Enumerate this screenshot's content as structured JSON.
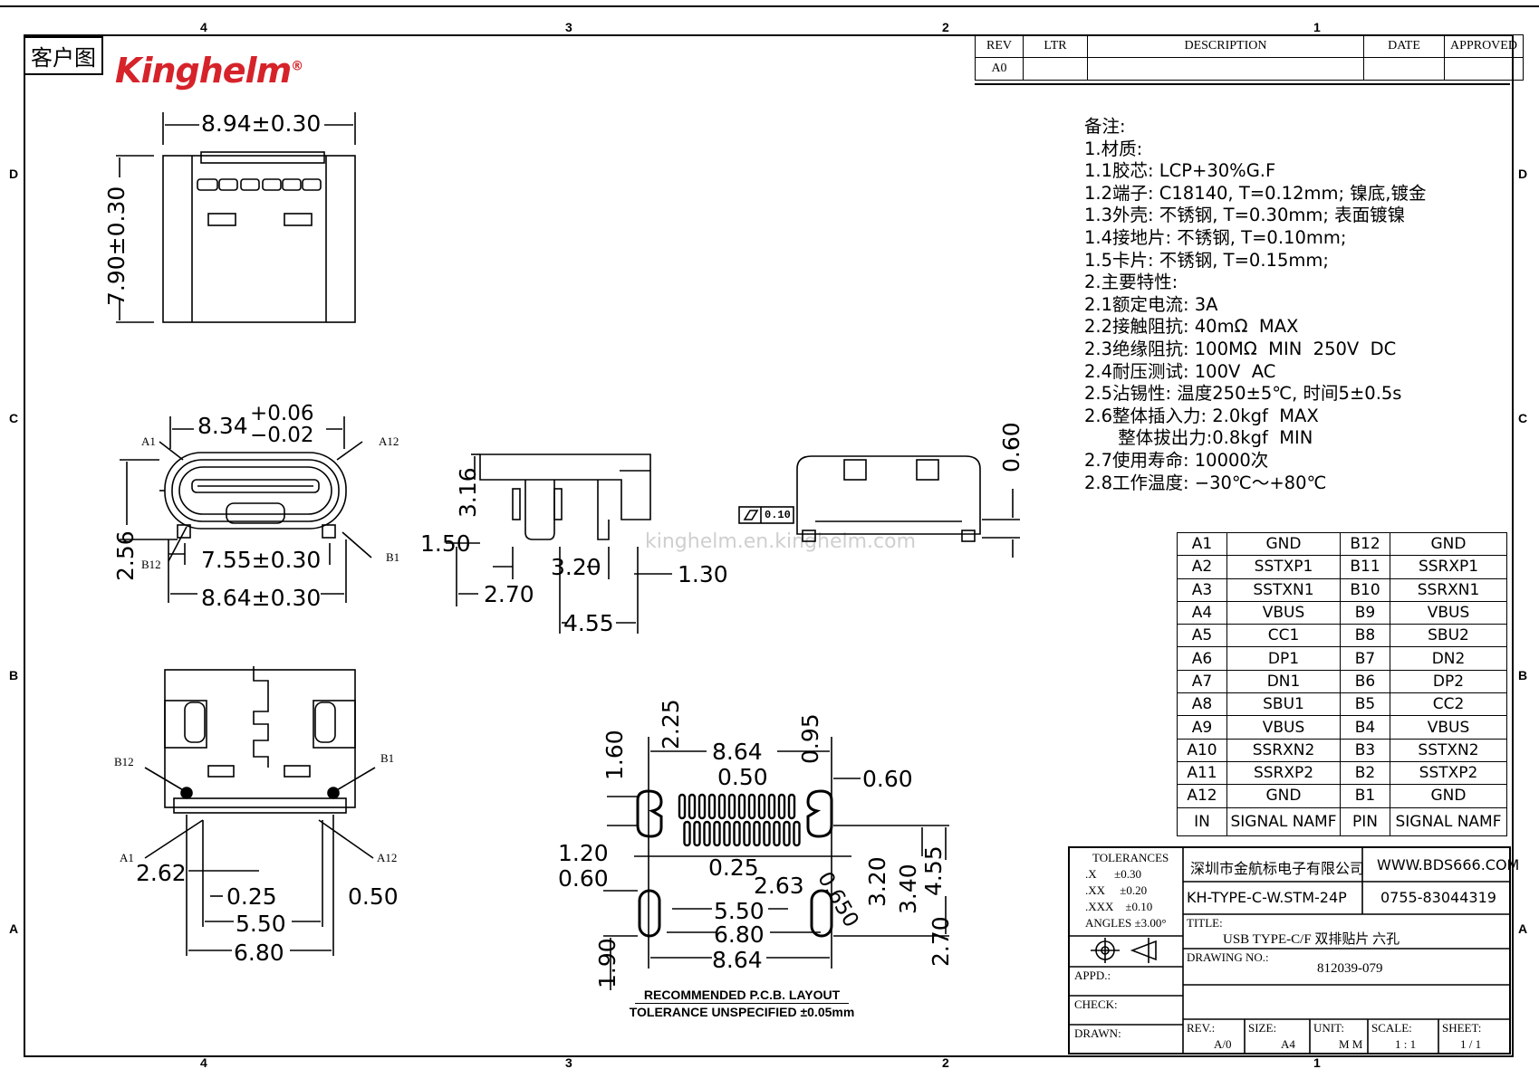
{
  "header": {
    "tag": "客户图",
    "logo": "Kinghelm",
    "logo_mark": "®"
  },
  "zones": {
    "columns": [
      "4",
      "3",
      "2",
      "1"
    ],
    "rows": [
      "D",
      "C",
      "B",
      "A"
    ]
  },
  "revision": {
    "headers": [
      "REV",
      "LTR",
      "DESCRIPTION",
      "DATE",
      "APPROVED"
    ],
    "rows": [
      [
        "A0",
        "",
        "",
        "",
        ""
      ]
    ]
  },
  "notes": [
    "备注:",
    "1.材质:",
    "1.1胶芯: LCP+30%G.F",
    "1.2端子: C18140, T=0.12mm; 镍底,镀金",
    "1.3外壳: 不锈钢, T=0.30mm; 表面镀镍",
    "1.4接地片: 不锈钢, T=0.10mm;",
    "1.5卡片: 不锈钢, T=0.15mm;",
    "2.主要特性:",
    "2.1额定电流: 3A",
    "2.2接触阻抗: 40mΩ  MAX",
    "2.3绝缘阻抗: 100MΩ  MIN  250V  DC",
    "2.4耐压测试: 100V  AC",
    "2.5沾锡性: 温度250±5℃, 时间5±0.5s",
    "2.6整体插入力: 2.0kgf  MAX",
    "      整体拔出力:0.8kgf  MIN",
    "2.7使用寿命: 10000次",
    "2.8工作温度: −30℃～+80℃"
  ],
  "pinout": {
    "rows": [
      [
        "A1",
        "GND",
        "B12",
        "GND"
      ],
      [
        "A2",
        "SSTXP1",
        "B11",
        "SSRXP1"
      ],
      [
        "A3",
        "SSTXN1",
        "B10",
        "SSRXN1"
      ],
      [
        "A4",
        "VBUS",
        "B9",
        "VBUS"
      ],
      [
        "A5",
        "CC1",
        "B8",
        "SBU2"
      ],
      [
        "A6",
        "DP1",
        "B7",
        "DN2"
      ],
      [
        "A7",
        "DN1",
        "B6",
        "DP2"
      ],
      [
        "A8",
        "SBU1",
        "B5",
        "CC2"
      ],
      [
        "A9",
        "VBUS",
        "B4",
        "VBUS"
      ],
      [
        "A10",
        "SSRXN2",
        "B3",
        "SSTXN2"
      ],
      [
        "A11",
        "SSRXP2",
        "B2",
        "SSTXP2"
      ],
      [
        "A12",
        "GND",
        "B1",
        "GND"
      ]
    ],
    "footer": [
      "IN",
      "SIGNAL NAMF",
      "PIN",
      "SIGNAL NAMF"
    ]
  },
  "title_block": {
    "tolerances_title": "TOLERANCES",
    "tolerances": [
      ".X      ±0.30",
      ".XX     ±0.20",
      ".XXX    ±0.10",
      "ANGLES ±3.00°"
    ],
    "company": "深圳市金航标电子有限公司",
    "website": "WWW.BDS666.COM",
    "part_no": "KH-TYPE-C-W.STM-24P",
    "phone": "0755-83044319",
    "title_label": "TITLE:",
    "title": "USB TYPE-C/F 双排贴片 六孔",
    "drawing_no_label": "DRAWING NO.:",
    "drawing_no": "812039-079",
    "appd": "APPD.:",
    "check": "CHECK:",
    "drawn": "DRAWN:",
    "rev_label": "REV.:",
    "rev": "A/0",
    "size_label": "SIZE:",
    "size": "A4",
    "unit_label": "UNIT:",
    "unit": "M M",
    "scale_label": "SCALE:",
    "scale": "1 : 1",
    "sheet_label": "SHEET:",
    "sheet": "1 / 1"
  },
  "dimensions": {
    "top_width": "8.94±0.30",
    "top_height": "7.90±0.30",
    "front_top": "8.34",
    "front_top_tol_plus": "+0.06",
    "front_top_tol_minus": "−0.02",
    "front_a1": "A1",
    "front_a12": "A12",
    "front_b12": "B12",
    "front_b1": "B1",
    "front_inner": "7.55±0.30",
    "front_bottom": "8.64±0.30",
    "front_height": "2.56",
    "side_316": "3.16",
    "side_150": "1.50",
    "side_320": "3.20",
    "side_130": "1.30",
    "side_270": "2.70",
    "side_455": "4.55",
    "rear_060": "0.60",
    "flatness": "0.10",
    "bottom_b12": "B12",
    "bottom_b1": "B1",
    "bottom_a1": "A1",
    "bottom_a12": "A12",
    "bottom_262": "2.62",
    "bottom_025": "0.25",
    "bottom_050": "0.50",
    "bottom_550": "5.50",
    "bottom_680": "6.80",
    "pcb_225": "2.25",
    "pcb_864_top": "8.64",
    "pcb_095": "0.95",
    "pcb_160": "1.60",
    "pcb_050": "0.50",
    "pcb_060_right": "0.60",
    "pcb_120": "1.20",
    "pcb_060_left": "0.60",
    "pcb_025": "0.25",
    "pcb_263": "2.63",
    "pcb_0650": "0.650",
    "pcb_320": "3.20",
    "pcb_340": "3.40",
    "pcb_455": "4.55",
    "pcb_550": "5.50",
    "pcb_680": "6.80",
    "pcb_864_bottom": "8.64",
    "pcb_190": "1.90",
    "pcb_270": "2.70"
  },
  "pcb_note": [
    "RECOMMENDED  P.C.B. LAYOUT",
    "TOLERANCE  UNSPECIFIED  ±0.05mm"
  ],
  "watermark": "kinghelm.en.kinghelm.com"
}
